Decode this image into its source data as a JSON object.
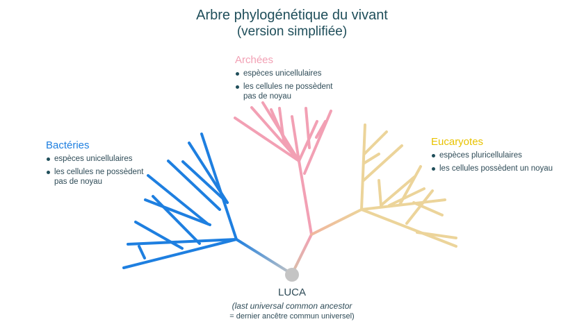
{
  "title": {
    "line1": "Arbre phylogénétique du vivant",
    "line2": "(version simplifiée)"
  },
  "groups": {
    "bacteries": {
      "name": "Bactéries",
      "color": "#1e7fe0",
      "facts": [
        "espèces unicellulaires",
        "les cellules ne possèdent\npas de noyau"
      ]
    },
    "archees": {
      "name": "Archées",
      "color": "#f2a0b4",
      "facts": [
        "espèces unicellulaires",
        "les cellules ne possèdent\npas de noyau"
      ]
    },
    "eucaryotes": {
      "name": "Eucaryotes",
      "color": "#e8c200",
      "facts": [
        "espèces pluricellulaires",
        "les cellules possèdent un noyau"
      ]
    }
  },
  "luca": {
    "name": "LUCA",
    "full": "(last universal common ancestor",
    "translation": "= dernier ancêtre commun universel)",
    "node_color": "#c4c4c4"
  },
  "branch_colors": {
    "bacteries": "#1e7fe0",
    "archees": "#f2a0b4",
    "eucaryotes": "#ecd49a"
  }
}
